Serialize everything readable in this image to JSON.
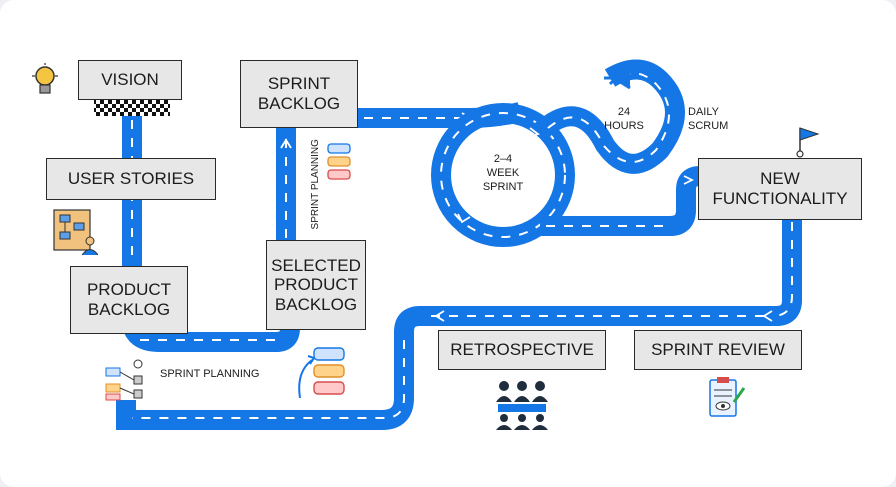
{
  "boxes": {
    "vision": "VISION",
    "user_stories": "USER STORIES",
    "product_backlog": "PRODUCT\nBACKLOG",
    "sprint_backlog": "SPRINT\nBACKLOG",
    "selected_product_backlog": "SELECTED\nPRODUCT\nBACKLOG",
    "new_functionality": "NEW\nFUNCTIONALITY",
    "retrospective": "RETROSPECTIVE",
    "sprint_review": "SPRINT REVIEW"
  },
  "labels": {
    "sprint_cycle": "2–4\nWEEK\nSPRINT",
    "daily_cycle": "24\nHOURS",
    "daily_scrum": "DAILY\nSCRUM",
    "sprint_planning_vertical": "SPRINT PLANNING",
    "sprint_planning_bottom": "SPRINT PLANNING"
  },
  "icons": [
    "lightbulb-icon",
    "checkered-flag-icon",
    "flowchart-person-icon",
    "task-cards-icon",
    "goal-flag-icon",
    "team-meeting-icon",
    "clipboard-review-icon",
    "process-diagram-icon"
  ],
  "colors": {
    "road": "#1576e6",
    "road_dash": "#ffffff",
    "box_fill": "#e7e7e8",
    "box_border": "#2a2a2a"
  }
}
